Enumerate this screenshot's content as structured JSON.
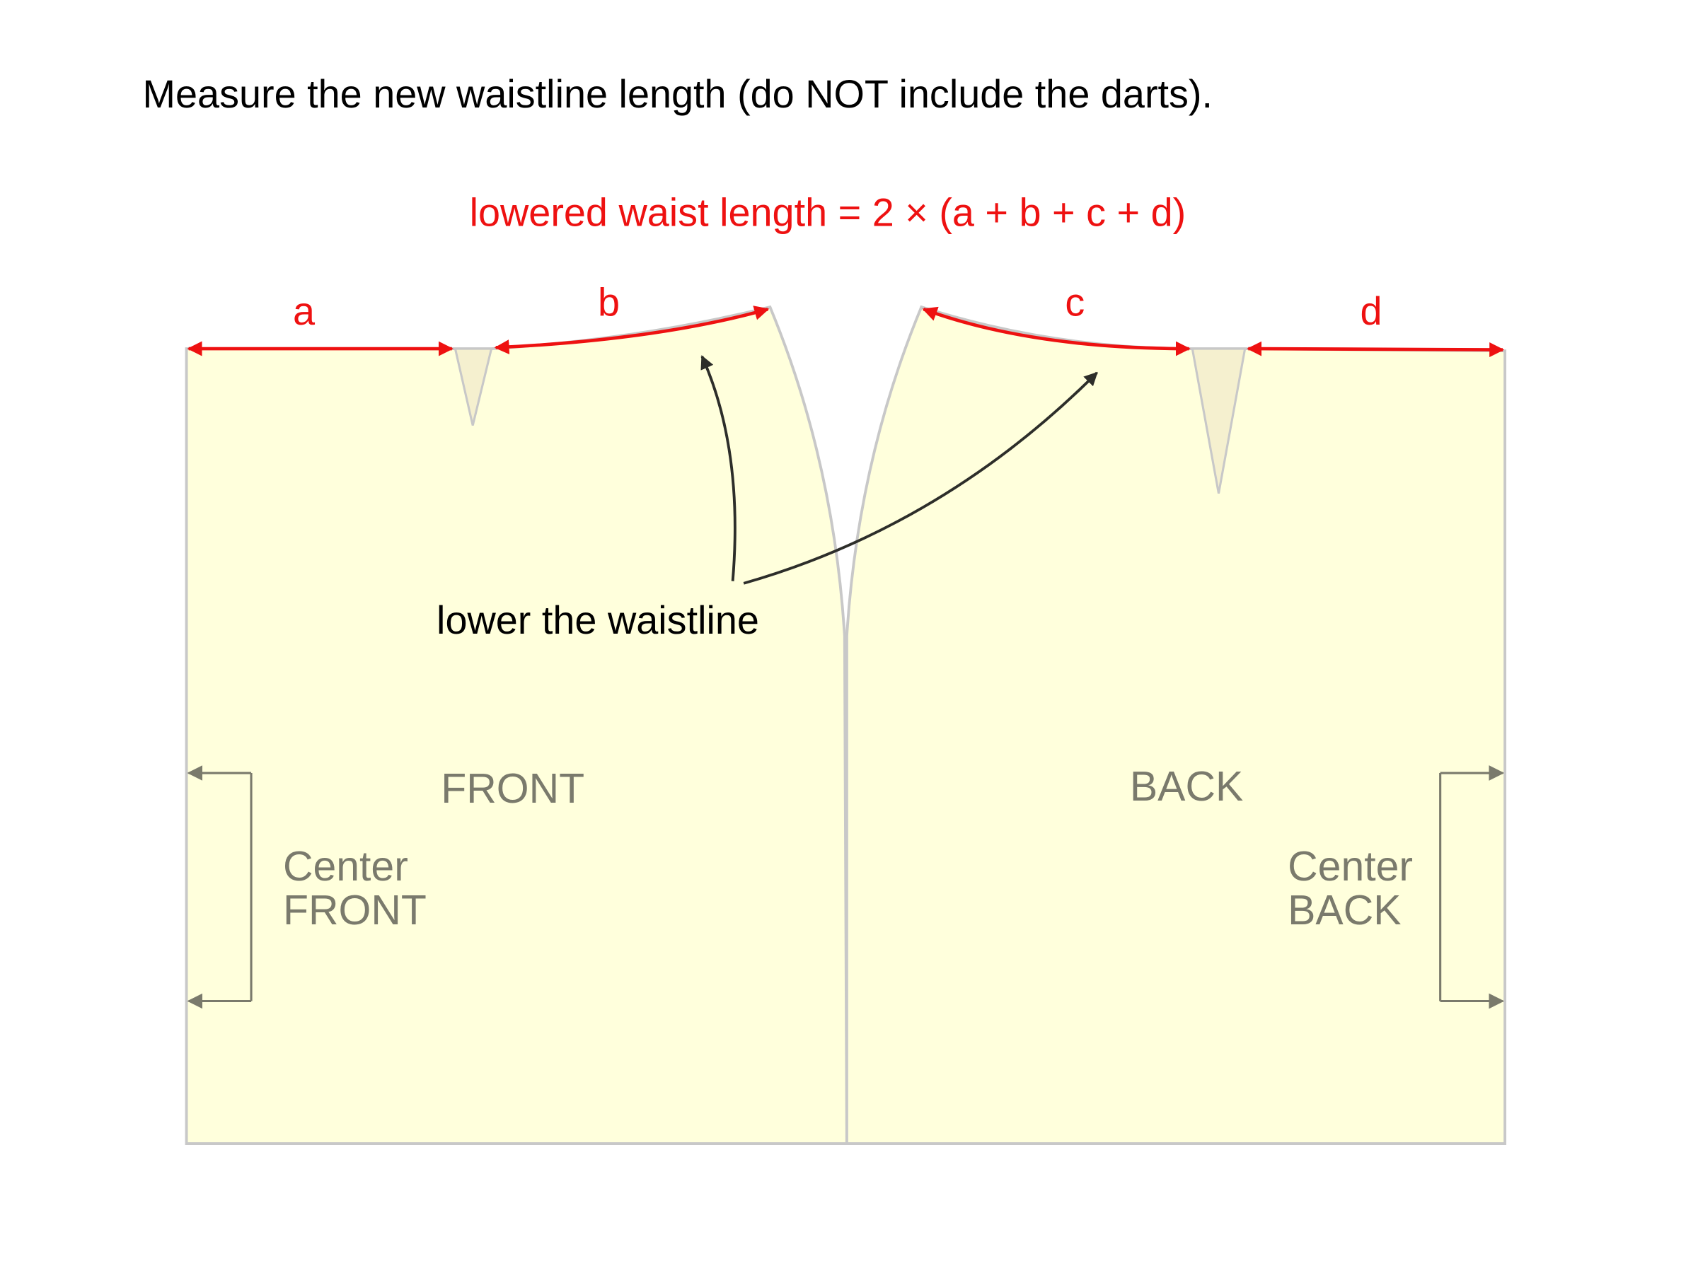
{
  "instruction": "Measure the new waistline length (do NOT include the darts).",
  "formula": "lowered waist length = 2 × (a + b + c + d)",
  "segments": [
    {
      "label": "a"
    },
    {
      "label": "b"
    },
    {
      "label": "c"
    },
    {
      "label": "d"
    }
  ],
  "callout": "lower the waistline",
  "front": {
    "title": "FRONT",
    "center_line1": "Center",
    "center_line2": "FRONT"
  },
  "back": {
    "title": "BACK",
    "center_line1": "Center",
    "center_line2": "BACK"
  },
  "colors": {
    "fabric": "#ffffdc",
    "dart": "#f5f0cf",
    "outline": "#c8c8c8",
    "measure": "#ee1111",
    "callout_arrow": "#2d2e2a",
    "label_gray": "#7a7a6c"
  }
}
